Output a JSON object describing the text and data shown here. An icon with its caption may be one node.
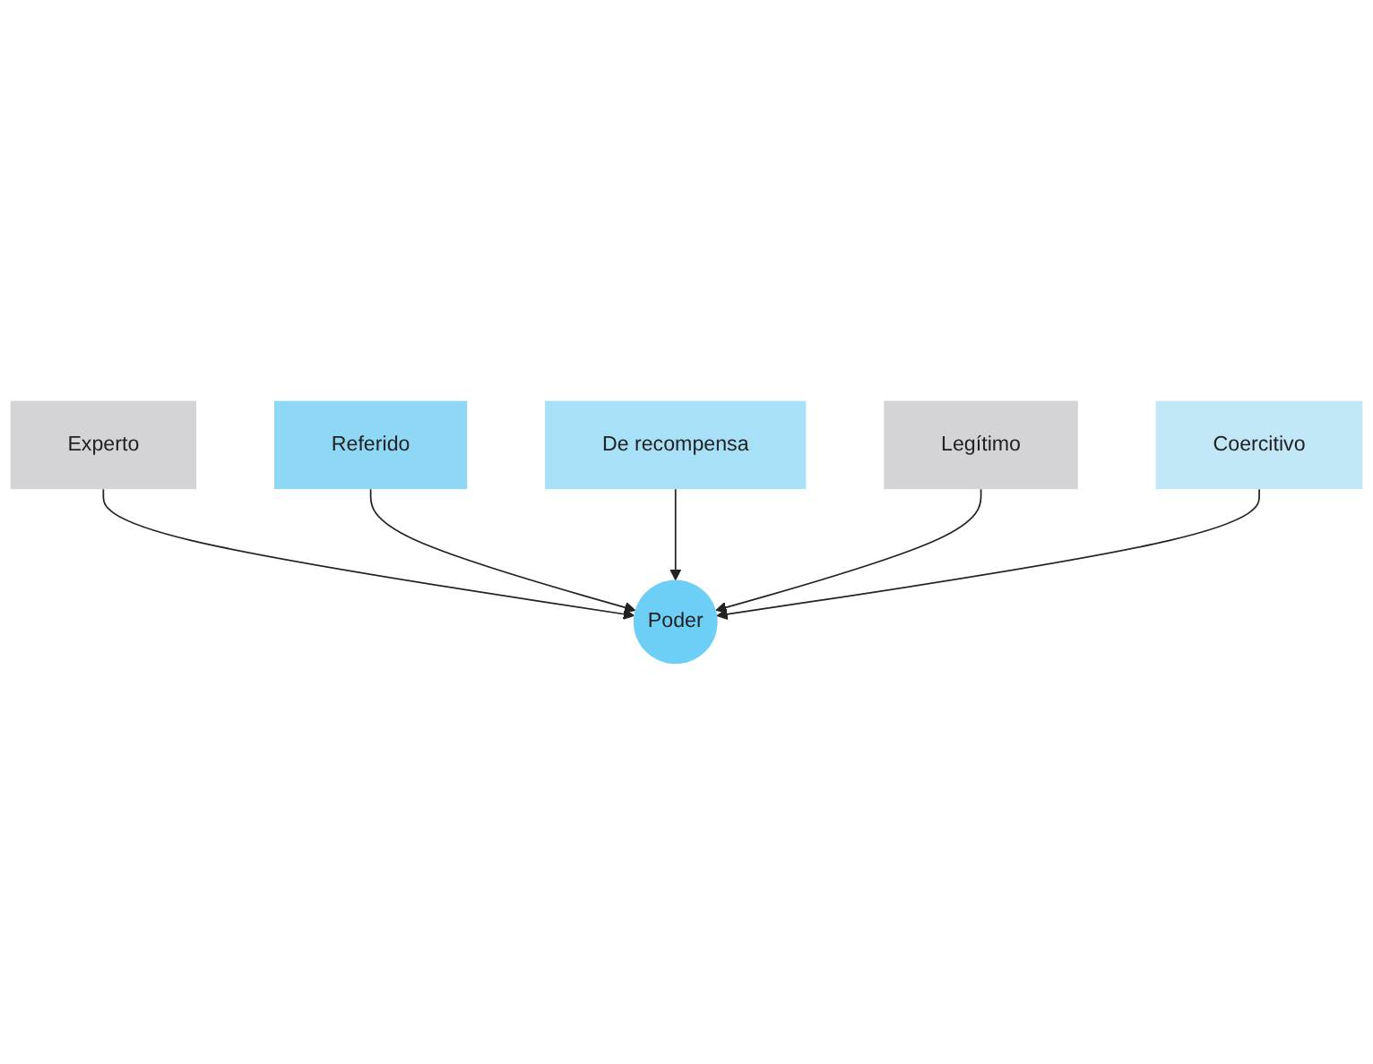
{
  "diagram": {
    "nodes": [
      {
        "text": [
          "Experto"
        ]
      },
      {
        "text": [
          "Referido"
        ]
      },
      {
        "text": [
          "Poder"
        ]
      },
      {
        "text": [
          "De recompensa"
        ]
      },
      {
        "text": [
          "Legítimo"
        ]
      },
      {
        "text": [
          "Coercitivo"
        ]
      }
    ],
    "edges": [
      {
        "from": 0,
        "to": 2,
        "arrow": "to"
      },
      {
        "from": 1,
        "to": 2,
        "arrow": "to"
      },
      {
        "from": 3,
        "to": 2,
        "arrow": "to"
      },
      {
        "from": 4,
        "to": 2,
        "arrow": "to"
      },
      {
        "from": 5,
        "to": 2,
        "arrow": "to"
      }
    ]
  }
}
